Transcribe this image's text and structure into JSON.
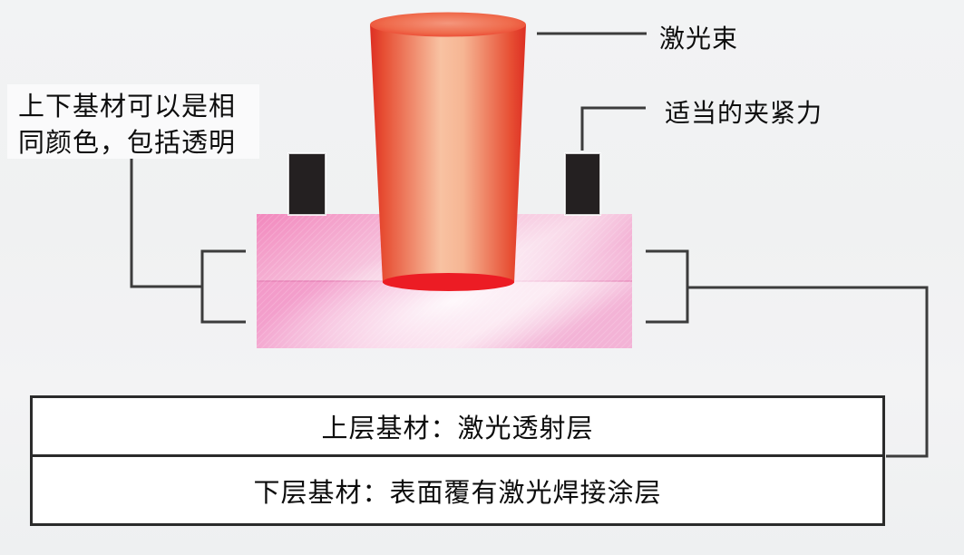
{
  "diagram": {
    "note": {
      "line1": "上下基材可以是相",
      "line2": "同颜色，包括透明"
    },
    "labels": {
      "laser_beam": "激光束",
      "clamping_force": "适当的夹紧力"
    },
    "legend": {
      "upper_substrate": "上层基材：激光透射层",
      "lower_substrate": "下层基材：表面覆有激光焊接涂层"
    },
    "colors": {
      "background": "#f0f1f2",
      "beam_edge": "#e03023",
      "beam_center": "#f8c2a2",
      "beam_base_ellipse": "#ec1c24",
      "layer_pink_dark": "#f287bd",
      "layer_pink_light": "#f9d7e8",
      "clamp_black": "#242021",
      "connector_gray": "#3c3c3c",
      "box_border": "#2b2b2b",
      "text": "#0d0d0d"
    }
  }
}
